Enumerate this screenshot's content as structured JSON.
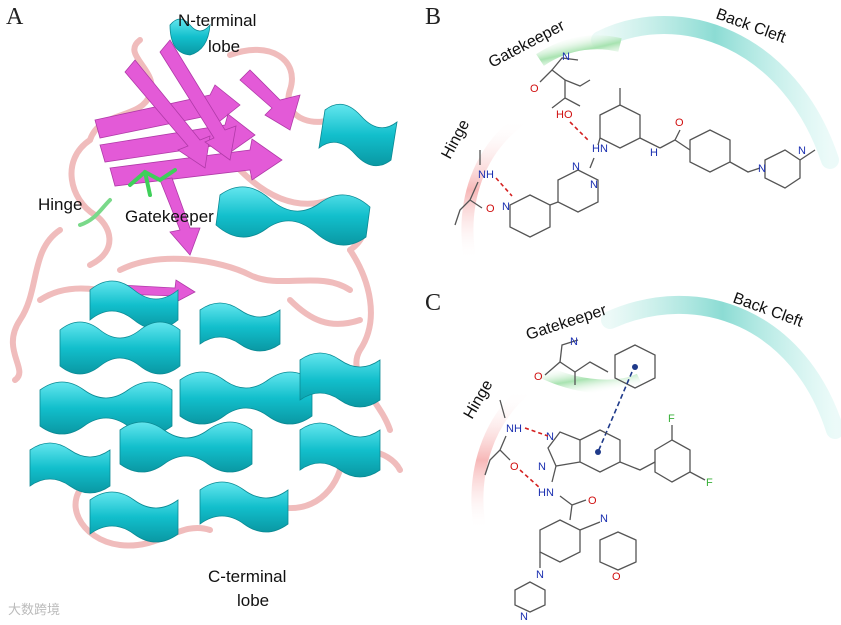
{
  "panels": {
    "a": {
      "letter": "A",
      "n_lobe": [
        "N-terminal",
        "lobe"
      ],
      "c_lobe": [
        "C-terminal",
        "lobe"
      ],
      "hinge": "Hinge",
      "gatekeeper": "Gatekeeper"
    },
    "b": {
      "letter": "B",
      "gatekeeper": "Gatekeeper",
      "back_cleft": "Back Cleft",
      "hinge": "Hinge"
    },
    "c": {
      "letter": "C",
      "gatekeeper": "Gatekeeper",
      "back_cleft": "Back Cleft",
      "hinge": "Hinge"
    }
  },
  "atoms": {
    "n": "N",
    "nh": "NH",
    "o": "O",
    "ho": "HO",
    "hn": "HN",
    "h": "H",
    "f": "F"
  },
  "watermark": "大数跨境",
  "colors": {
    "helix": "#19c8d4",
    "sheet": "#e35ad7",
    "loop": "#f0bcbc",
    "gatekeeper": "#3fcf5a",
    "hbond": "#d42020"
  }
}
